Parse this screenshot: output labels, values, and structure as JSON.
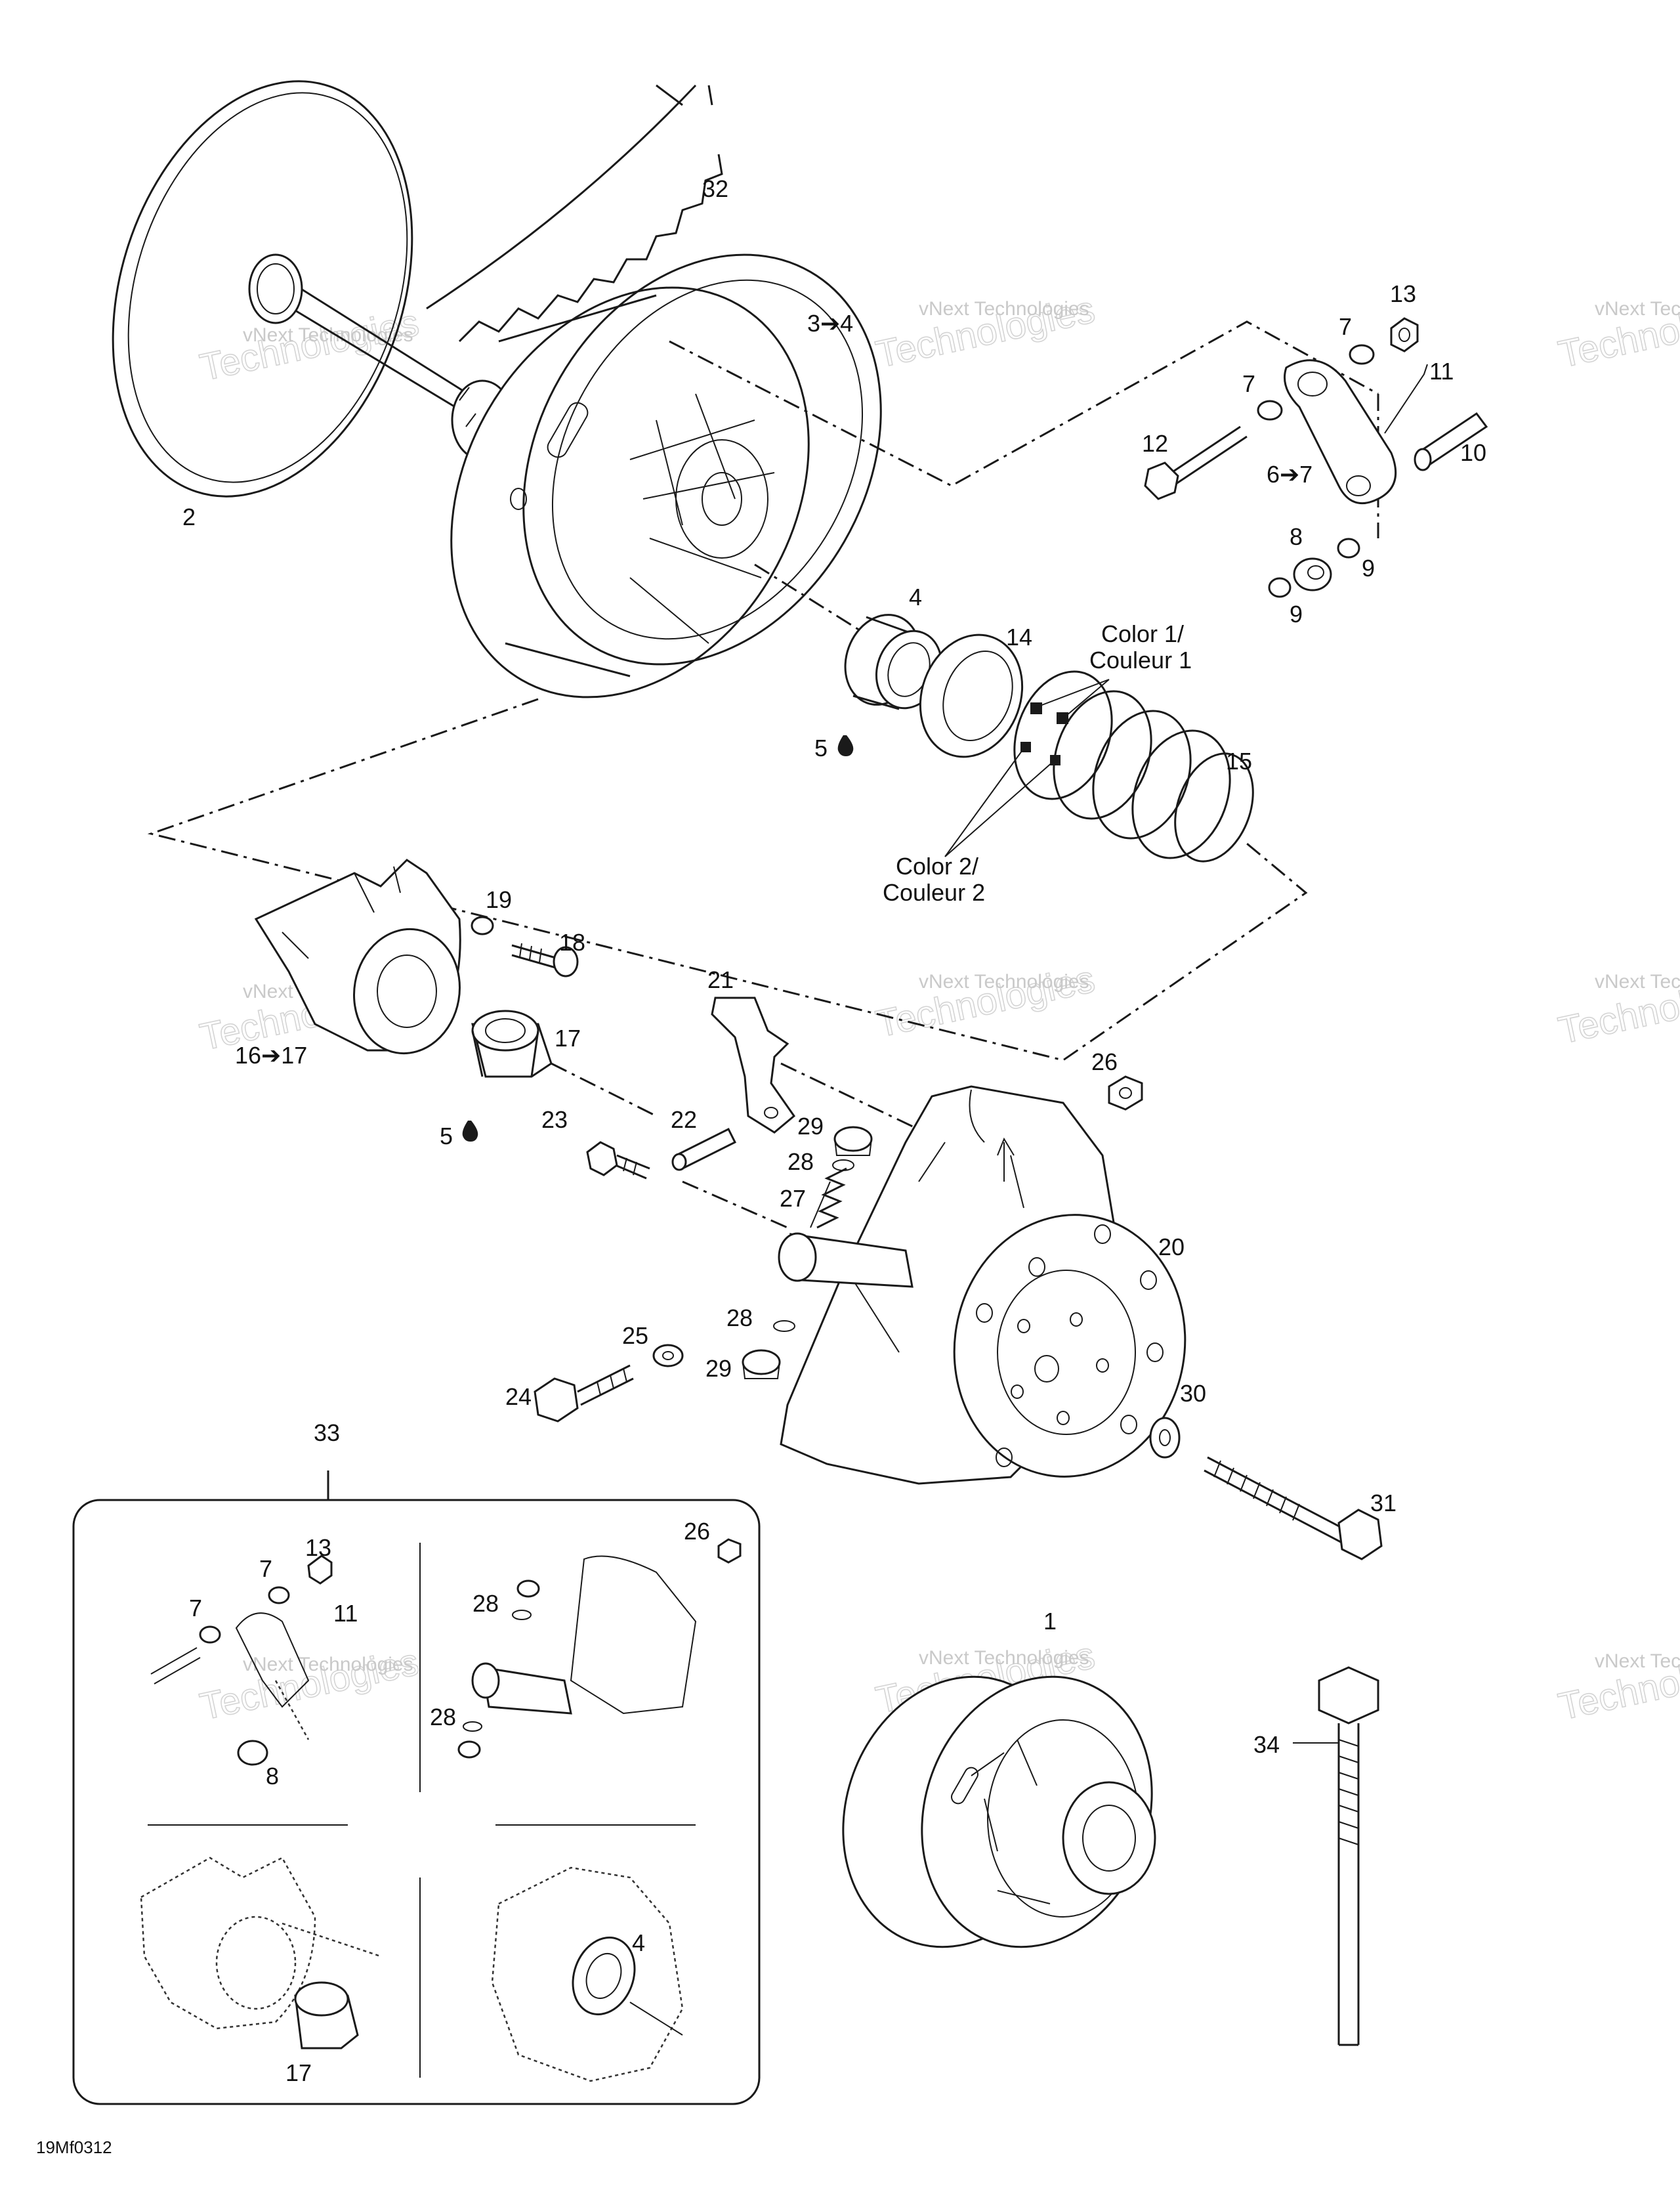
{
  "figure_code": "19Mf0312",
  "watermark": {
    "small": "vNext Technologies",
    "large": "Technologies",
    "top": "vNext"
  },
  "callouts": {
    "c1": "1",
    "c2": "2",
    "c3to4": "3➔4",
    "c4": "4",
    "c5": "5",
    "c6to7": "6➔7",
    "c7": "7",
    "c8": "8",
    "c9": "9",
    "c10": "10",
    "c11": "11",
    "c12": "12",
    "c13": "13",
    "c14": "14",
    "c15": "15",
    "c16to17": "16➔17",
    "c17": "17",
    "c18": "18",
    "c19": "19",
    "c20": "20",
    "c21": "21",
    "c22": "22",
    "c23": "23",
    "c24": "24",
    "c25": "25",
    "c26": "26",
    "c27": "27",
    "c28": "28",
    "c29": "29",
    "c30": "30",
    "c31": "31",
    "c32": "32",
    "c33": "33",
    "c34": "34"
  },
  "color_notes": {
    "color1_line1": "Color 1/",
    "color1_line2": "Couleur 1",
    "color2_line1": "Color 2/",
    "color2_line2": "Couleur 2"
  }
}
